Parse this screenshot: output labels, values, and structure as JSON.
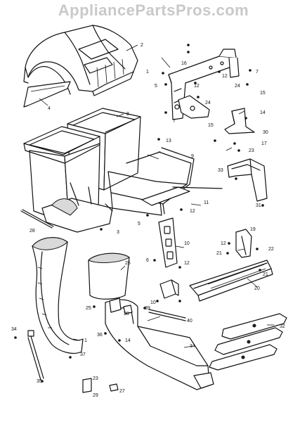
{
  "watermark": "AppliancePartsPros.com",
  "callouts": [
    {
      "id": "c-2-top",
      "text": "2"
    },
    {
      "id": "c-4",
      "text": "4"
    },
    {
      "id": "c-8",
      "text": "8"
    },
    {
      "id": "c-1-a",
      "text": "1"
    },
    {
      "id": "c-16",
      "text": "16"
    },
    {
      "id": "c-5-a",
      "text": "5"
    },
    {
      "id": "c-12-a",
      "text": "12"
    },
    {
      "id": "c-12-b",
      "text": "12"
    },
    {
      "id": "c-24-a",
      "text": "24"
    },
    {
      "id": "c-24-b",
      "text": "24"
    },
    {
      "id": "c-7-a",
      "text": "7"
    },
    {
      "id": "c-7-b",
      "text": "7"
    },
    {
      "id": "c-15-a",
      "text": "15"
    },
    {
      "id": "c-15-b",
      "text": "15"
    },
    {
      "id": "c-14-a",
      "text": "14"
    },
    {
      "id": "c-30",
      "text": "30"
    },
    {
      "id": "c-17",
      "text": "17"
    },
    {
      "id": "c-13",
      "text": "13"
    },
    {
      "id": "c-9",
      "text": "9"
    },
    {
      "id": "c-23-a",
      "text": "23"
    },
    {
      "id": "c-33",
      "text": "33"
    },
    {
      "id": "c-31",
      "text": "31"
    },
    {
      "id": "c-11",
      "text": "11"
    },
    {
      "id": "c-5-b",
      "text": "5"
    },
    {
      "id": "c-12-c",
      "text": "12"
    },
    {
      "id": "c-28",
      "text": "28"
    },
    {
      "id": "c-3",
      "text": "3"
    },
    {
      "id": "c-19",
      "text": "19"
    },
    {
      "id": "c-12-d",
      "text": "12"
    },
    {
      "id": "c-21-a",
      "text": "21"
    },
    {
      "id": "c-22",
      "text": "22"
    },
    {
      "id": "c-10-a",
      "text": "10"
    },
    {
      "id": "c-6",
      "text": "6"
    },
    {
      "id": "c-12-e",
      "text": "12"
    },
    {
      "id": "c-26",
      "text": "26"
    },
    {
      "id": "c-21-b",
      "text": "21"
    },
    {
      "id": "c-20",
      "text": "20"
    },
    {
      "id": "c-10-b",
      "text": "10"
    },
    {
      "id": "c-25",
      "text": "25"
    },
    {
      "id": "c-38",
      "text": "38"
    },
    {
      "id": "c-39",
      "text": "39"
    },
    {
      "id": "c-40",
      "text": "40"
    },
    {
      "id": "c-36",
      "text": "36"
    },
    {
      "id": "c-14-b",
      "text": "14"
    },
    {
      "id": "c-34-a",
      "text": "34"
    },
    {
      "id": "c-1-b",
      "text": "1"
    },
    {
      "id": "c-37",
      "text": "37"
    },
    {
      "id": "c-32",
      "text": "32"
    },
    {
      "id": "c-35",
      "text": "35"
    },
    {
      "id": "c-23-b",
      "text": "23"
    },
    {
      "id": "c-29",
      "text": "29"
    },
    {
      "id": "c-27",
      "text": "27"
    },
    {
      "id": "c-34-b",
      "text": "34"
    }
  ]
}
